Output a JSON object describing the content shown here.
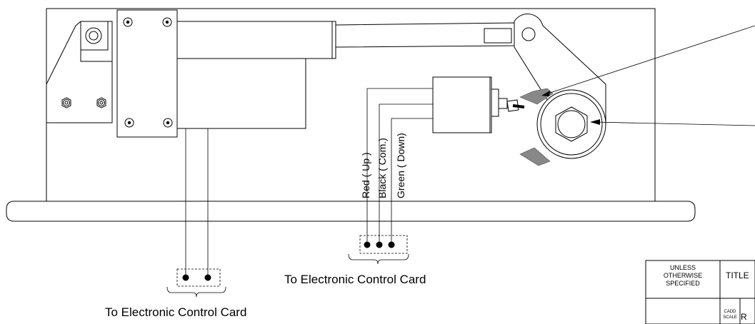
{
  "labels": {
    "control_card_left": "To Electronic Control Card",
    "control_card_right": "To Electronic Control Card",
    "wire_red": "Red ( Up )",
    "wire_black": "Black ( Com.)",
    "wire_green": "Green ( Down)"
  },
  "title_block": {
    "unless_line1": "UNLESS",
    "unless_line2": "OTHERWISE",
    "unless_line3": "SPECIFIED",
    "title_label": "TITLE",
    "cadd_line1": "CADD",
    "cadd_line2": "SCALE",
    "cut_letter": "R"
  },
  "colors": {
    "line": "#000000",
    "cam": "#888888",
    "background": "#ffffff"
  }
}
